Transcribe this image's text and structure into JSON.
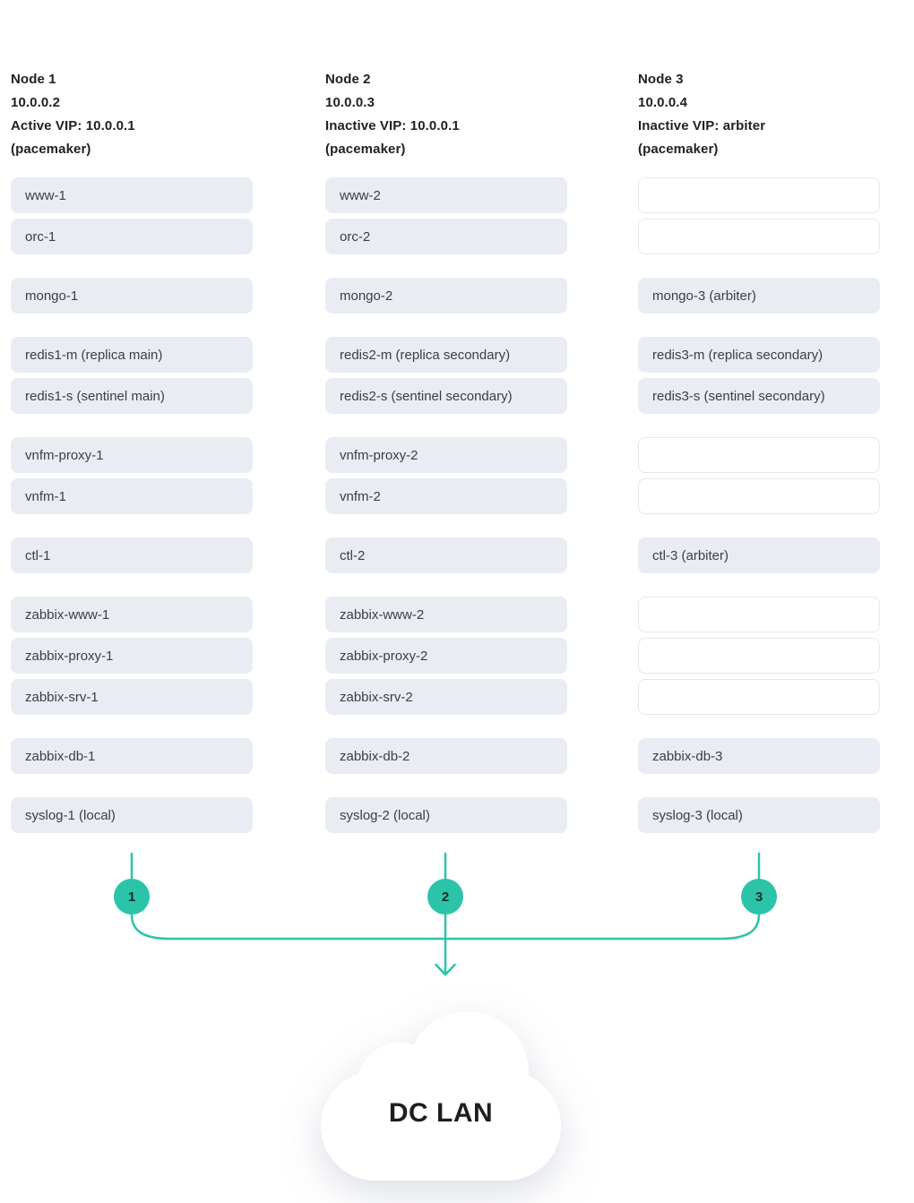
{
  "colors": {
    "accent": "#2cc4a9",
    "boxfill": "#e9edf3",
    "boxborder": "#e3e8ef",
    "text": "#3b3e43",
    "heading": "#1e2024",
    "badgetext": "#1c2a28"
  },
  "columns": [
    {
      "badge": "1",
      "header": [
        "Node 1",
        "10.0.0.2",
        "Active VIP: 10.0.0.1",
        "(pacemaker)"
      ],
      "groups": [
        [
          {
            "label": "www-1",
            "empty": false
          },
          {
            "label": "orc-1",
            "empty": false
          }
        ],
        [
          {
            "label": "mongo-1",
            "empty": false
          }
        ],
        [
          {
            "label": "redis1-m (replica main)",
            "empty": false
          },
          {
            "label": "redis1-s (sentinel main)",
            "empty": false
          }
        ],
        [
          {
            "label": "vnfm-proxy-1",
            "empty": false
          },
          {
            "label": "vnfm-1",
            "empty": false
          }
        ],
        [
          {
            "label": "ctl-1",
            "empty": false
          }
        ],
        [
          {
            "label": "zabbix-www-1",
            "empty": false
          },
          {
            "label": "zabbix-proxy-1",
            "empty": false
          },
          {
            "label": "zabbix-srv-1",
            "empty": false
          }
        ],
        [
          {
            "label": "zabbix-db-1",
            "empty": false
          }
        ],
        [
          {
            "label": "syslog-1 (local)",
            "empty": false
          }
        ]
      ]
    },
    {
      "badge": "2",
      "header": [
        "Node 2",
        "10.0.0.3",
        "Inactive VIP: 10.0.0.1",
        "(pacemaker)"
      ],
      "groups": [
        [
          {
            "label": "www-2",
            "empty": false
          },
          {
            "label": "orc-2",
            "empty": false
          }
        ],
        [
          {
            "label": "mongo-2",
            "empty": false
          }
        ],
        [
          {
            "label": "redis2-m (replica secondary)",
            "empty": false
          },
          {
            "label": "redis2-s (sentinel secondary)",
            "empty": false
          }
        ],
        [
          {
            "label": "vnfm-proxy-2",
            "empty": false
          },
          {
            "label": "vnfm-2",
            "empty": false
          }
        ],
        [
          {
            "label": "ctl-2",
            "empty": false
          }
        ],
        [
          {
            "label": "zabbix-www-2",
            "empty": false
          },
          {
            "label": "zabbix-proxy-2",
            "empty": false
          },
          {
            "label": "zabbix-srv-2",
            "empty": false
          }
        ],
        [
          {
            "label": "zabbix-db-2",
            "empty": false
          }
        ],
        [
          {
            "label": "syslog-2 (local)",
            "empty": false
          }
        ]
      ]
    },
    {
      "badge": "3",
      "header": [
        "Node 3",
        "10.0.0.4",
        "Inactive VIP: arbiter",
        "(pacemaker)"
      ],
      "groups": [
        [
          {
            "label": "",
            "empty": true
          },
          {
            "label": "",
            "empty": true
          }
        ],
        [
          {
            "label": "mongo-3 (arbiter)",
            "empty": false
          }
        ],
        [
          {
            "label": "redis3-m (replica secondary)",
            "empty": false
          },
          {
            "label": "redis3-s (sentinel secondary)",
            "empty": false
          }
        ],
        [
          {
            "label": "",
            "empty": true
          },
          {
            "label": "",
            "empty": true
          }
        ],
        [
          {
            "label": "ctl-3 (arbiter)",
            "empty": false
          }
        ],
        [
          {
            "label": "",
            "empty": true
          },
          {
            "label": "",
            "empty": true
          },
          {
            "label": "",
            "empty": true
          }
        ],
        [
          {
            "label": "zabbix-db-3",
            "empty": false
          }
        ],
        [
          {
            "label": "syslog-3 (local)",
            "empty": false
          }
        ]
      ]
    }
  ],
  "cloud": {
    "label": "DC LAN"
  }
}
